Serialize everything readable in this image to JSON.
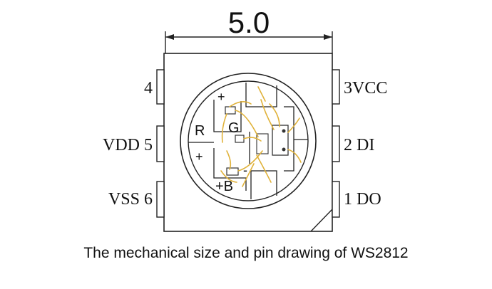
{
  "dimension": {
    "value": "5.0"
  },
  "pins": {
    "pin4": "4",
    "pin3": "3VCC",
    "pin5": "VDD 5",
    "pin2": "2 DI",
    "pin6": "VSS 6",
    "pin1": "1 DO"
  },
  "die_labels": {
    "plus_top": "+",
    "red": "R",
    "green": "G",
    "plus_left": "+",
    "minus": "-",
    "blue_plus": "+B"
  },
  "caption": "The mechanical size and pin drawing of WS2812",
  "colors": {
    "line": "#222222",
    "wire": "#e0b23a",
    "chip": "#333333"
  }
}
